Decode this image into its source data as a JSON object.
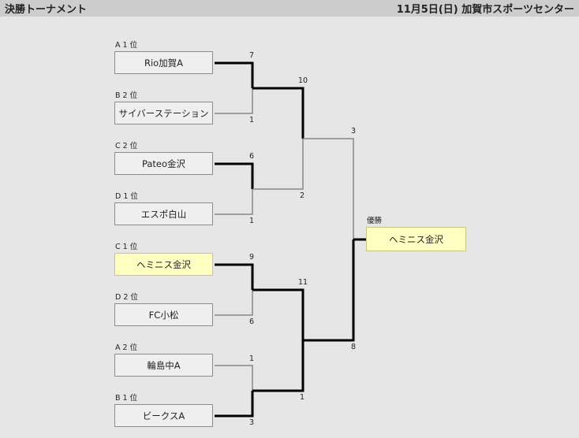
{
  "header": {
    "title": "決勝トーナメント",
    "date": "11月5日(日) 加賀市スポーツセンター"
  },
  "teams": [
    {
      "seed": "A 1 位",
      "name": "Rio加賀A"
    },
    {
      "seed": "B 2 位",
      "name": "サイバーステーション"
    },
    {
      "seed": "C 2 位",
      "name": "Pateo金沢"
    },
    {
      "seed": "D 1 位",
      "name": "エスポ白山"
    },
    {
      "seed": "C 1 位",
      "name": "ヘミニス金沢"
    },
    {
      "seed": "D 2 位",
      "name": "FC小松"
    },
    {
      "seed": "A 2 位",
      "name": "輪島中A"
    },
    {
      "seed": "B 1 位",
      "name": "ビークスA"
    }
  ],
  "scores": {
    "r1": [
      "7",
      "1",
      "6",
      "1",
      "9",
      "6",
      "1",
      "3"
    ],
    "r2": [
      "10",
      "2",
      "11",
      "1"
    ],
    "semi": [
      "3",
      "8"
    ]
  },
  "champion": {
    "label": "優勝",
    "name": "ヘミニス金沢"
  },
  "colors": {
    "win_line": "#000000",
    "lose_line": "#888888",
    "highlight": "#ffffc2"
  }
}
